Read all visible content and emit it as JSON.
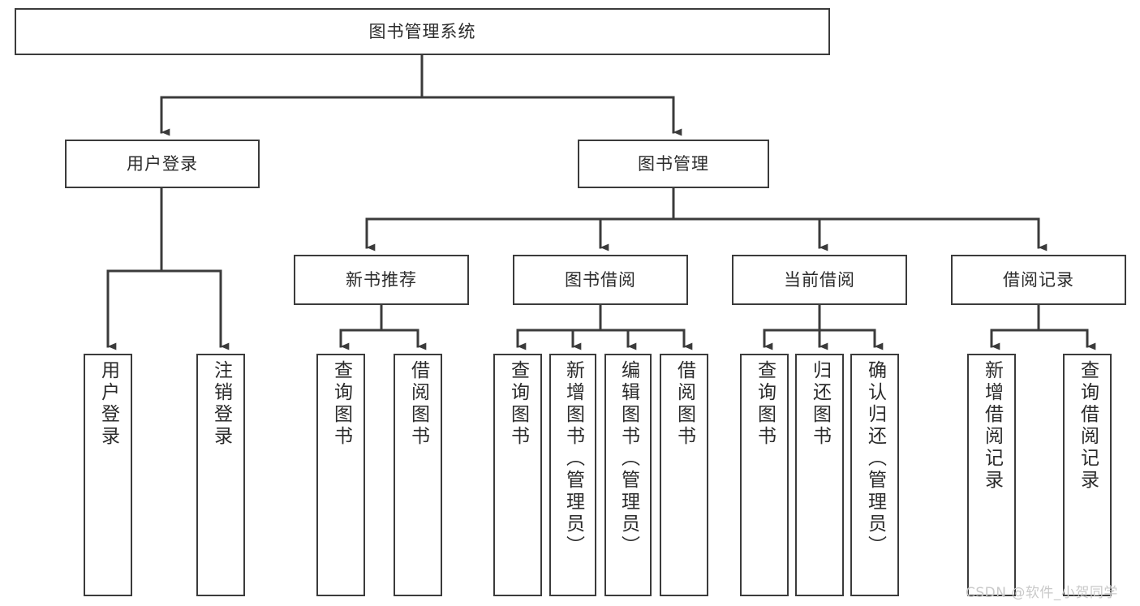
{
  "diagram": {
    "title": "图书管理系统",
    "style": {
      "stroke": "#3b3b3b",
      "text": "#2b2b2b",
      "background": "#ffffff",
      "watermark": "#c9c9c9"
    },
    "root": {
      "label": "图书管理系统"
    },
    "level2": [
      {
        "label": "用户登录"
      },
      {
        "label": "图书管理"
      }
    ],
    "level3": [
      {
        "label": "新书推荐"
      },
      {
        "label": "图书借阅"
      },
      {
        "label": "当前借阅"
      },
      {
        "label": "借阅记录"
      }
    ],
    "leaves": {
      "user_login": [
        {
          "label": "用户登录"
        },
        {
          "label": "注销登录"
        }
      ],
      "new_book": [
        {
          "label": "查询图书"
        },
        {
          "label": "借阅图书"
        }
      ],
      "book_borrow": [
        {
          "label": "查询图书"
        },
        {
          "label": "新增图书（管理员）"
        },
        {
          "label": "编辑图书（管理员）"
        },
        {
          "label": "借阅图书"
        }
      ],
      "current_borrow": [
        {
          "label": "查询图书"
        },
        {
          "label": "归还图书"
        },
        {
          "label": "确认归还（管理员）"
        }
      ],
      "borrow_record": [
        {
          "label": "新增借阅记录"
        },
        {
          "label": "查询借阅记录"
        }
      ]
    }
  },
  "watermark": {
    "text": "CSDN @软件_小贺同学"
  }
}
